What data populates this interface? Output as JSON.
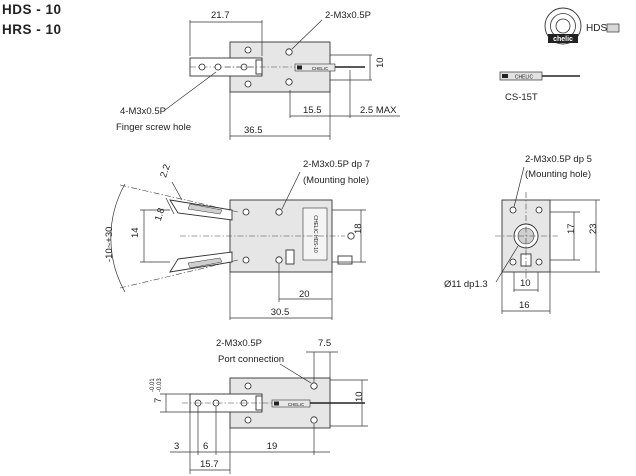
{
  "title": {
    "line1": "HDS - 10",
    "line2": "HRS - 10"
  },
  "legend": {
    "series_label": "HDS",
    "sensor_label": "CS-15T",
    "logo_text": "chelic"
  },
  "top_view": {
    "dim_width": "21.7",
    "thread_top": "2-M3x0.5P",
    "height": "10",
    "finger_thread": "4-M3x0.5P",
    "finger_note": "Finger screw hole",
    "dim_stroke": "15.5",
    "dim_max": "2.5 MAX",
    "dim_length": "36.5"
  },
  "mid_view": {
    "dim_angle_a": "2.2",
    "dim_angle_b": "1.8",
    "angle_range": "-10~+30",
    "dim_14": "14",
    "mount_thread": "2-M3x0.5P dp 7",
    "mount_note": "(Mounting hole)",
    "dim_18": "18",
    "dim_20": "20",
    "dim_30_5": "30.5"
  },
  "side_view": {
    "mount_thread": "2-M3x0.5P dp 5",
    "mount_note": "(Mounting hole)",
    "dim_17": "17",
    "dim_23": "23",
    "bore": "Ø11 dp1.3",
    "dim_10": "10",
    "dim_16": "16"
  },
  "bottom_view": {
    "port_thread": "2-M3x0.5P",
    "port_note": "Port connection",
    "dim_7_5": "7.5",
    "tolerance_hi": "-0.01",
    "tolerance_lo": "-0.03",
    "dim_7": "7",
    "dim_10": "10",
    "dim_3": "3",
    "dim_6": "6",
    "dim_19": "19",
    "dim_15_7": "15.7"
  }
}
